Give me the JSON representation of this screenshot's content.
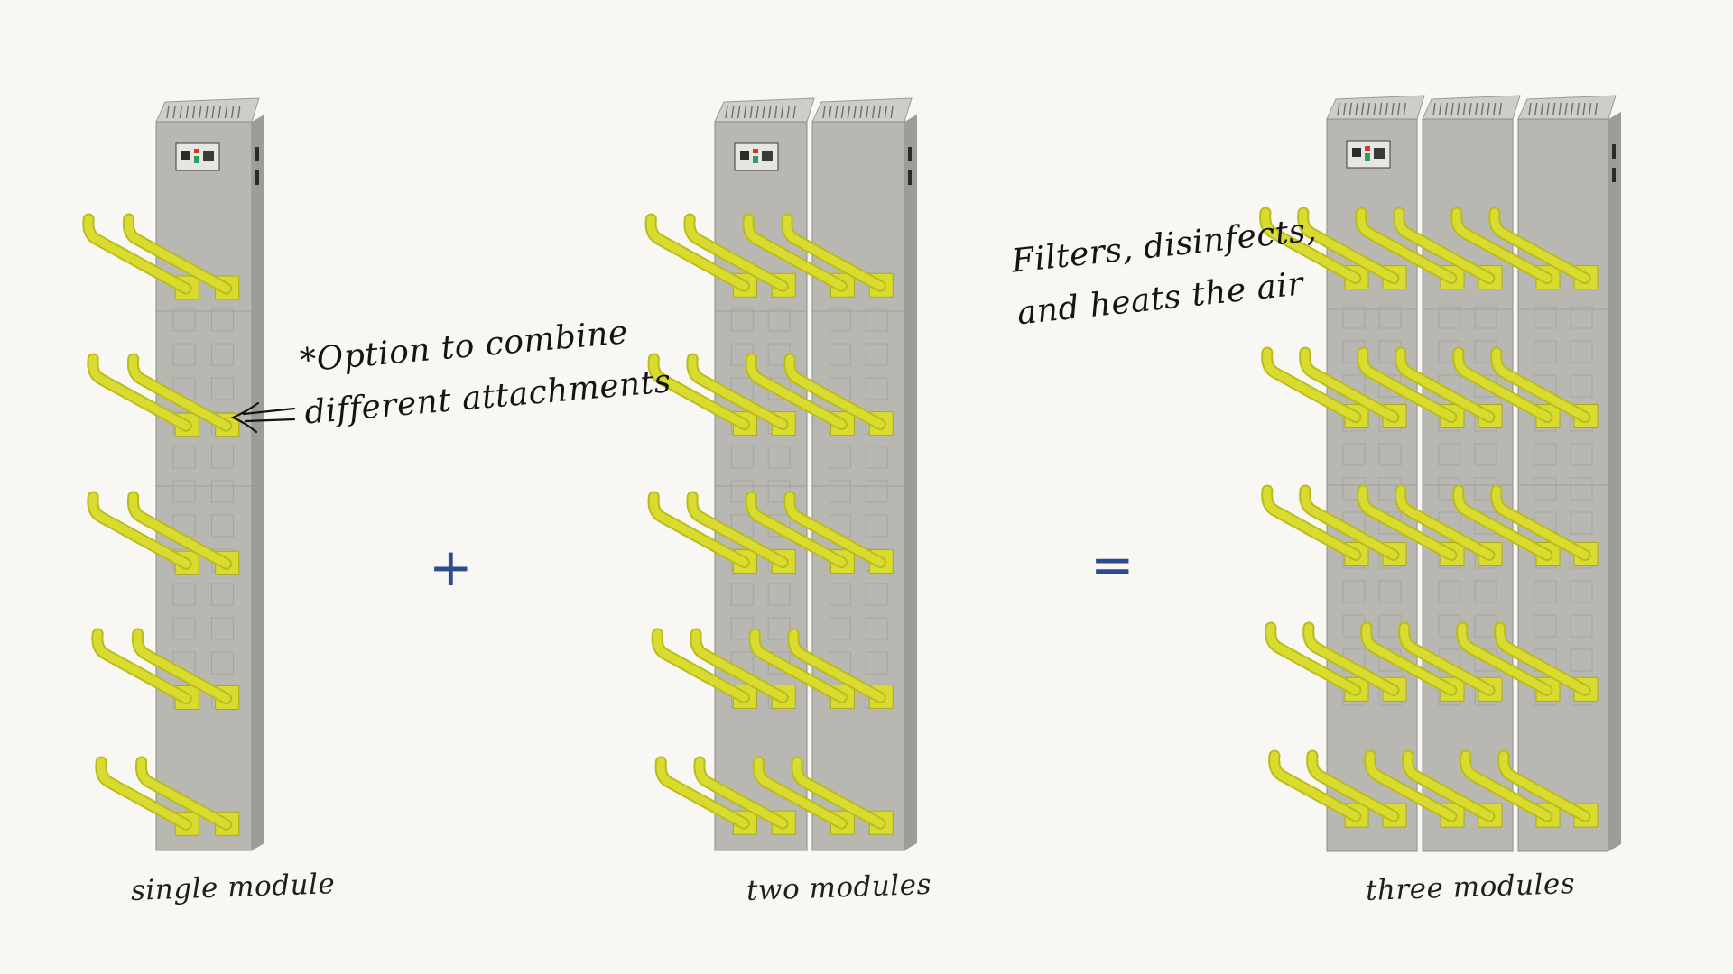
{
  "modules": [
    {
      "caption": "single module",
      "count": 1
    },
    {
      "caption": "two modules",
      "count": 2
    },
    {
      "caption": "three modules",
      "count": 3
    }
  ],
  "operators": {
    "plus": "+",
    "equals": "="
  },
  "annotations": {
    "combine": "*Option to combine\ndifferent attachments",
    "function": "Filters, disinfects,\nand heats the air"
  },
  "colors": {
    "background": "#f8f7f3",
    "panel": "#b9b7b2",
    "hook": "#d9dc2f",
    "operator": "#2c4a8e",
    "ink": "#1e1e1e"
  },
  "icons": [
    "arrow-icon",
    "control-panel-icon",
    "vent-grille-icon"
  ]
}
